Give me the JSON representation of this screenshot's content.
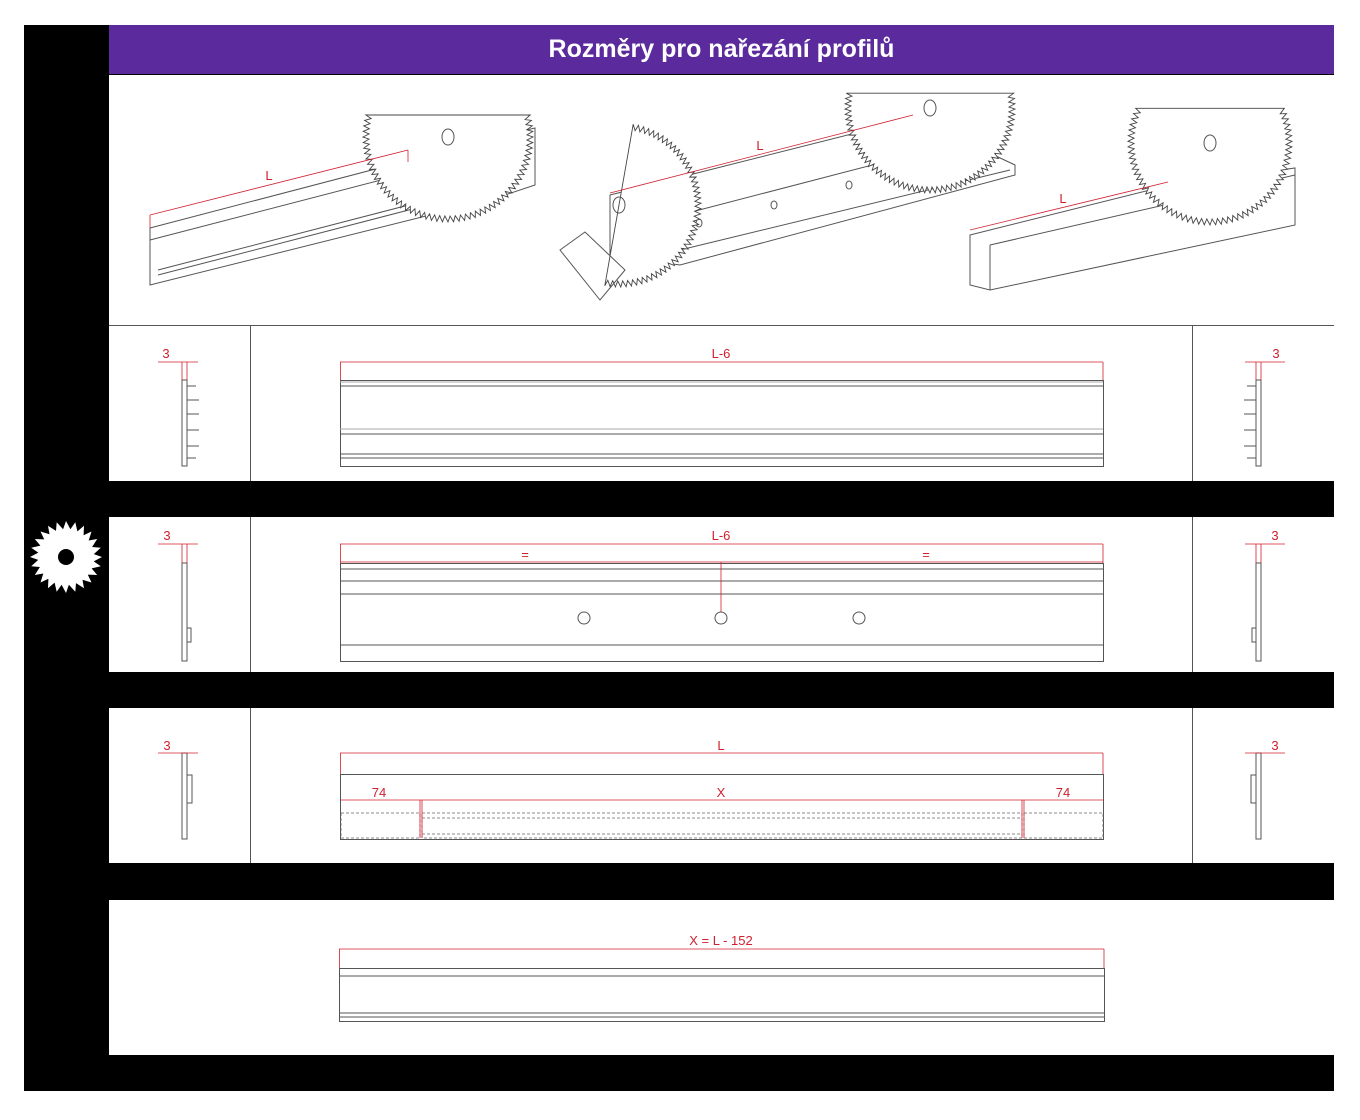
{
  "header": {
    "title": "Rozměry pro nařezání profilů"
  },
  "colors": {
    "accent": "#5b2a9c",
    "dimension": "#d0202e",
    "frame": "#000000"
  },
  "icons": {
    "side_icon": "circular-saw-blade-icon"
  },
  "overview": {
    "labels": [
      "L",
      "L",
      "L"
    ]
  },
  "rows": [
    {
      "left_dim": "3",
      "main_dim": "L-6",
      "right_dim": "3"
    },
    {
      "left_dim": "3",
      "main_dim": "L-6",
      "sub_dims": [
        "=",
        "="
      ],
      "right_dim": "3"
    },
    {
      "left_dim": "3",
      "main_dim": "L",
      "sub_dims": [
        "74",
        "X",
        "74"
      ],
      "right_dim": "3"
    },
    {
      "main_dim": "X = L - 152"
    }
  ]
}
